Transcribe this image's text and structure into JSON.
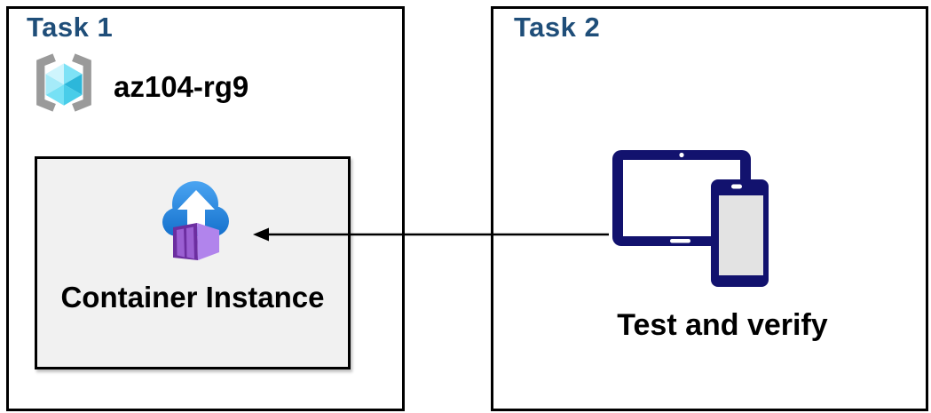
{
  "task1": {
    "title": "Task 1",
    "resource_group_name": "az104-rg9",
    "container_label": "Container Instance"
  },
  "task2": {
    "title": "Task 2",
    "caption": "Test and verify"
  },
  "connector": {
    "from": "test-devices",
    "to": "container-instance",
    "direction": "right-to-left"
  },
  "icons": {
    "resource_group": "azure-resource-group-icon (cyan cube between gray brackets)",
    "container_instance": "container-instance-icon (blue cloud, white up arrow, purple shipping container)",
    "devices": "tablet-and-phone-icon",
    "arrow": "left-arrow-connector-icon"
  },
  "colors": {
    "title_blue": "#1F4E79",
    "text_black": "#000000",
    "box_border": "#000000",
    "inner_box_bg": "#F1F1F1",
    "device_navy": "#12126E",
    "device_phone_screen": "#E3E3E3",
    "cloud_blue_top": "#4BA5F2",
    "cloud_blue_bottom": "#1470CC",
    "container_side_purple": "#B184EC",
    "container_door_purple": "#6C2EA0",
    "container_slat_purple": "#9A5FD2",
    "bracket_gray": "#9A9A9A",
    "cube_cyan_faces": [
      "#CFF5FD",
      "#7EE2F6",
      "#2CB7DA",
      "#49CDE9",
      "#76E1F5",
      "#A5EBF9"
    ],
    "arrow_black": "#000000"
  }
}
